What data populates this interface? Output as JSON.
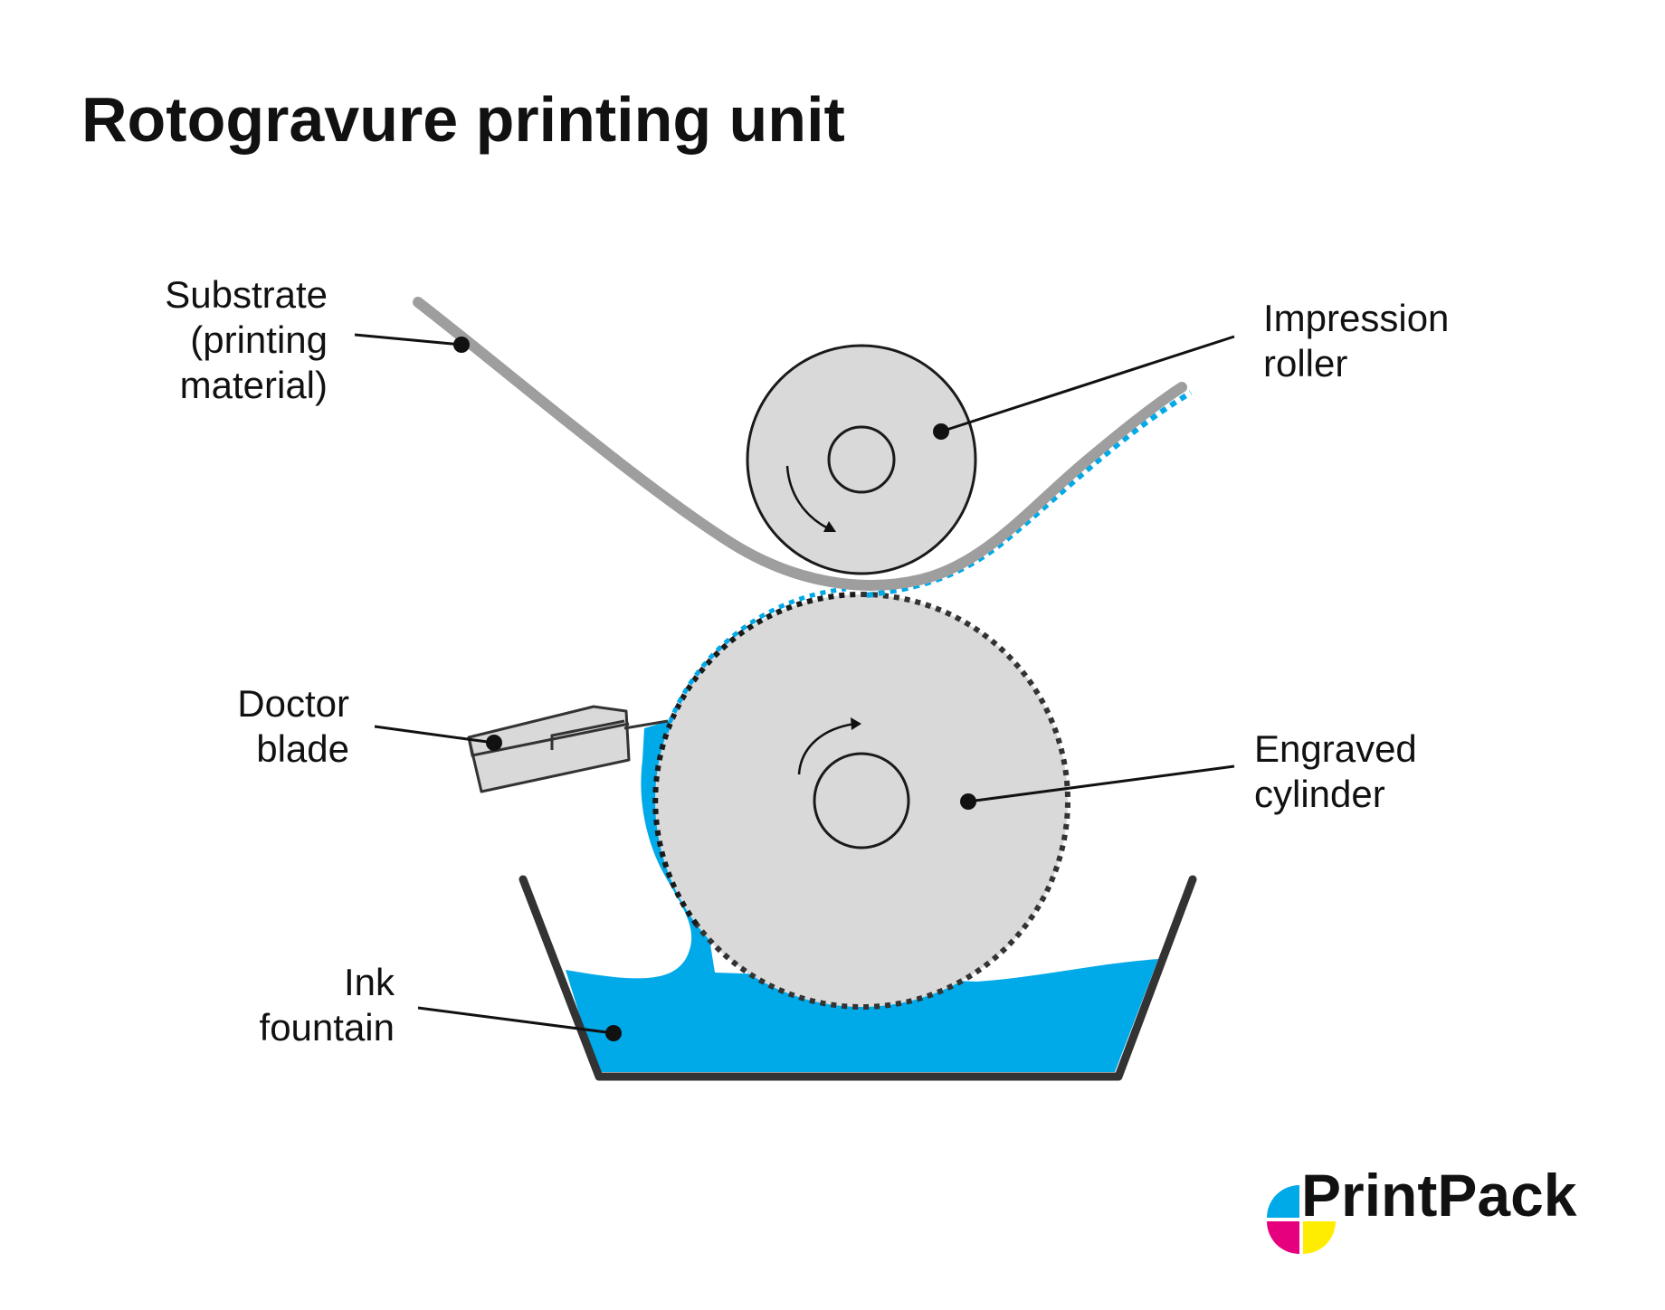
{
  "title": "Rotogravure printing unit",
  "labels": {
    "substrate": [
      "Substrate",
      "(printing",
      "material)"
    ],
    "impression_roller": [
      "Impression",
      "roller"
    ],
    "doctor_blade": [
      "Doctor",
      "blade"
    ],
    "engraved_cylinder": [
      "Engraved",
      "cylinder"
    ],
    "ink_fountain": [
      "Ink",
      "fountain"
    ]
  },
  "logo": {
    "text": "PrintPack"
  },
  "colors": {
    "ink": "#00a9e8",
    "roller_fill": "#d9d9d9",
    "outline": "#333333",
    "substrate": "#9e9e9e",
    "logo_cyan": "#00a9e8",
    "logo_magenta": "#e6007e",
    "logo_yellow": "#ffed00"
  }
}
